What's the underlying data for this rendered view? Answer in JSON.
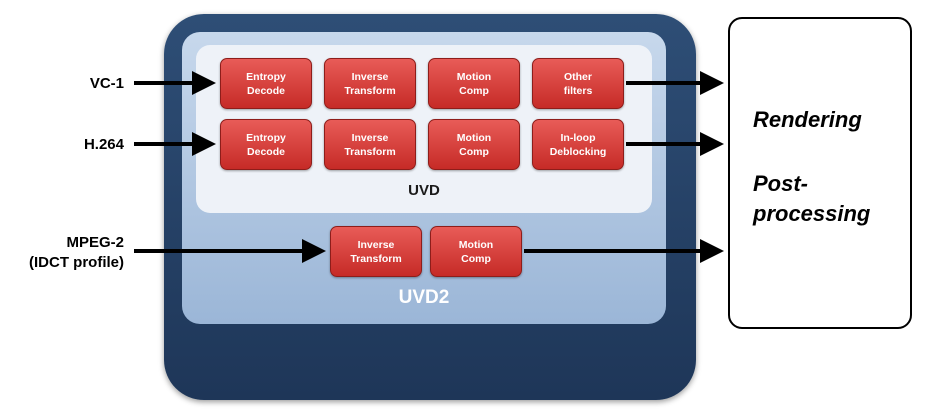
{
  "inputs": {
    "vc1": "VC-1",
    "h264": "H.264",
    "mpeg2": "MPEG-2\n(IDCT profile)"
  },
  "vc1_row": [
    "Entropy\nDecode",
    "Inverse\nTransform",
    "Motion\nComp",
    "Other\nfilters"
  ],
  "h264_row": [
    "Entropy\nDecode",
    "Inverse\nTransform",
    "Motion\nComp",
    "In-loop\nDeblocking"
  ],
  "mpeg2_row": [
    "Inverse\nTransform",
    "Motion\nComp"
  ],
  "uvd_label": "UVD",
  "uvd2_label": "UVD2",
  "output": {
    "rendering": "Rendering",
    "post_line1": "Post-",
    "post_line2": "processing"
  },
  "colors": {
    "block_red": "#d23a36",
    "outer_navy": "#253f63",
    "panel_light_blue": "#b6cbe4",
    "uvd_panel": "#eef2f8"
  }
}
